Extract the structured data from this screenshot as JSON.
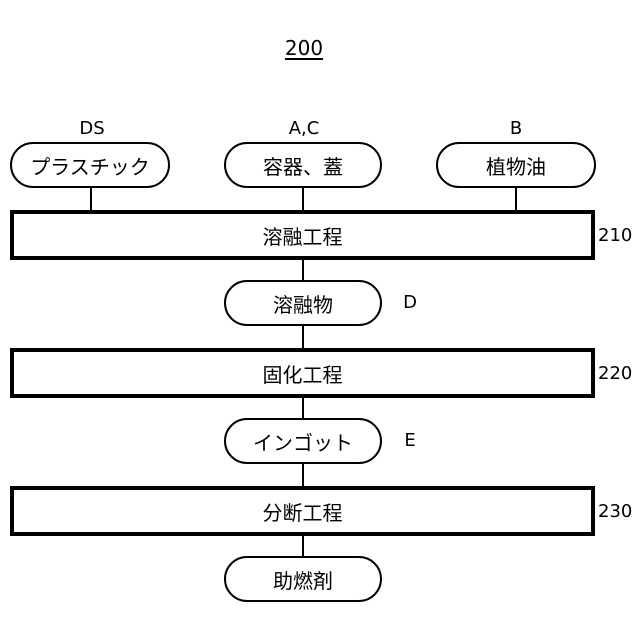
{
  "figure_number": "200",
  "inputs": [
    {
      "tag": "DS",
      "label": "プラスチック"
    },
    {
      "tag": "A,C",
      "label": "容器、蓋"
    },
    {
      "tag": "B",
      "label": "植物油"
    }
  ],
  "steps": [
    {
      "label": "溶融工程",
      "ref": "210"
    },
    {
      "label": "固化工程",
      "ref": "220"
    },
    {
      "label": "分断工程",
      "ref": "230"
    }
  ],
  "intermediates": [
    {
      "label": "溶融物",
      "tag": "D"
    },
    {
      "label": "インゴット",
      "tag": "E"
    }
  ],
  "output": {
    "label": "助燃剤"
  }
}
